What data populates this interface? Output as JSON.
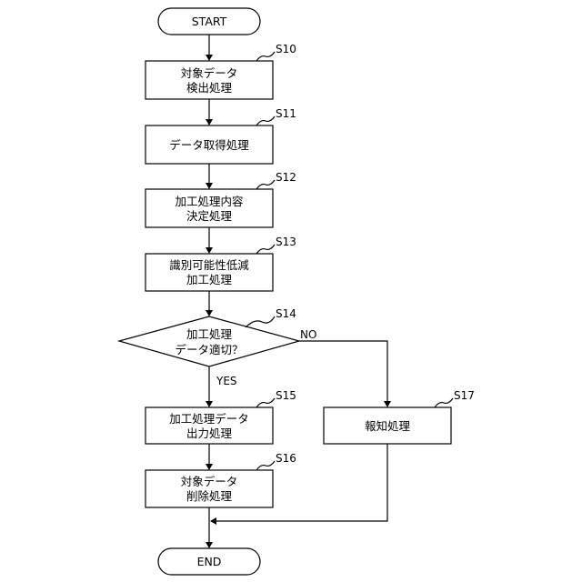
{
  "terminals": {
    "start": "START",
    "end": "END"
  },
  "steps": {
    "s10": {
      "id": "S10",
      "line1": "対象データ",
      "line2": "検出処理"
    },
    "s11": {
      "id": "S11",
      "line1": "データ取得処理"
    },
    "s12": {
      "id": "S12",
      "line1": "加工処理内容",
      "line2": "決定処理"
    },
    "s13": {
      "id": "S13",
      "line1": "識別可能性低減",
      "line2": "加工処理"
    },
    "s14": {
      "id": "S14",
      "line1": "加工処理",
      "line2": "データ適切？"
    },
    "s15": {
      "id": "S15",
      "line1": "加工処理データ",
      "line2": "出力処理"
    },
    "s16": {
      "id": "S16",
      "line1": "対象データ",
      "line2": "削除処理"
    },
    "s17": {
      "id": "S17",
      "line1": "報知処理"
    }
  },
  "branches": {
    "yes": "YES",
    "no": "NO"
  }
}
